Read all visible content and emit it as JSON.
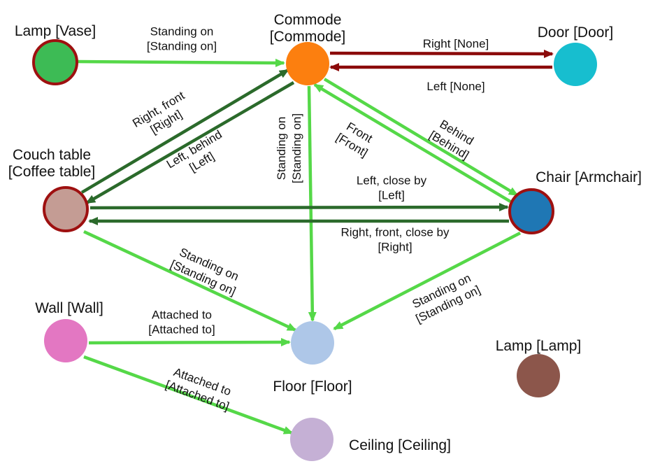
{
  "colors": {
    "light_green": "#55d848",
    "dark_green": "#2b6a2b",
    "dark_red": "#8b0a0a",
    "selection_ring": "#9e1010"
  },
  "nodes": [
    {
      "id": "lamp_vase",
      "label": "Lamp [Vase]",
      "fill": "#3dbb55",
      "ring": true
    },
    {
      "id": "commode",
      "label": "Commode",
      "label2": "[Commode]",
      "fill": "#fc7f0f",
      "ring": false
    },
    {
      "id": "door",
      "label": "Door [Door]",
      "fill": "#17becf",
      "ring": false
    },
    {
      "id": "couch_table",
      "label": "Couch table",
      "label2": "[Coffee table]",
      "fill": "#c49c94",
      "ring": true
    },
    {
      "id": "chair",
      "label": "Chair [Armchair]",
      "fill": "#1f77b4",
      "ring": true
    },
    {
      "id": "wall",
      "label": "Wall [Wall]",
      "fill": "#e377c2",
      "ring": false
    },
    {
      "id": "floor",
      "label": "Floor [Floor]",
      "fill": "#aec7e8",
      "ring": false
    },
    {
      "id": "lamp",
      "label": "Lamp [Lamp]",
      "fill": "#8c564b",
      "ring": false
    },
    {
      "id": "ceiling",
      "label": "Ceiling [Ceiling]",
      "fill": "#c5b0d5",
      "ring": false
    }
  ],
  "edges": [
    {
      "id": "lamp_vase-commode",
      "from": "lamp_vase",
      "to": "commode",
      "color": "light_green",
      "lines": [
        "Standing on",
        "[Standing on]"
      ]
    },
    {
      "id": "commode-door",
      "from": "commode",
      "to": "door",
      "color": "dark_red",
      "lines": [
        "Right [None]"
      ]
    },
    {
      "id": "door-commode",
      "from": "door",
      "to": "commode",
      "color": "dark_red",
      "lines": [
        "Left [None]"
      ]
    },
    {
      "id": "couch_table-commode",
      "from": "couch_table",
      "to": "commode",
      "color": "dark_green",
      "lines": [
        "Right, front",
        "[Right]"
      ]
    },
    {
      "id": "commode-couch_table",
      "from": "commode",
      "to": "couch_table",
      "color": "dark_green",
      "lines": [
        "Left, behind",
        "[Left]"
      ]
    },
    {
      "id": "commode-floor",
      "from": "commode",
      "to": "floor",
      "color": "light_green",
      "lines": [
        "Standing on",
        "[Standing on]"
      ]
    },
    {
      "id": "commode-chair",
      "from": "commode",
      "to": "chair",
      "color": "light_green",
      "lines": [
        "Behind",
        "[Behind]"
      ]
    },
    {
      "id": "chair-commode",
      "from": "chair",
      "to": "commode",
      "color": "light_green",
      "lines": [
        "Front",
        "[Front]"
      ]
    },
    {
      "id": "couch_table-chair",
      "from": "couch_table",
      "to": "chair",
      "color": "dark_green",
      "lines": [
        "Left, close by",
        "[Left]"
      ]
    },
    {
      "id": "chair-couch_table",
      "from": "chair",
      "to": "couch_table",
      "color": "dark_green",
      "lines": [
        "Right, front, close by",
        "[Right]"
      ]
    },
    {
      "id": "couch_table-floor",
      "from": "couch_table",
      "to": "floor",
      "color": "light_green",
      "lines": [
        "Standing on",
        "[Standing on]"
      ]
    },
    {
      "id": "chair-floor",
      "from": "chair",
      "to": "floor",
      "color": "light_green",
      "lines": [
        "Standing on",
        "[Standing on]"
      ]
    },
    {
      "id": "wall-floor",
      "from": "wall",
      "to": "floor",
      "color": "light_green",
      "lines": [
        "Attached to",
        "[Attached to]"
      ]
    },
    {
      "id": "wall-ceiling",
      "from": "wall",
      "to": "ceiling",
      "color": "light_green",
      "lines": [
        "Attached to",
        "[Attached to]"
      ]
    }
  ]
}
